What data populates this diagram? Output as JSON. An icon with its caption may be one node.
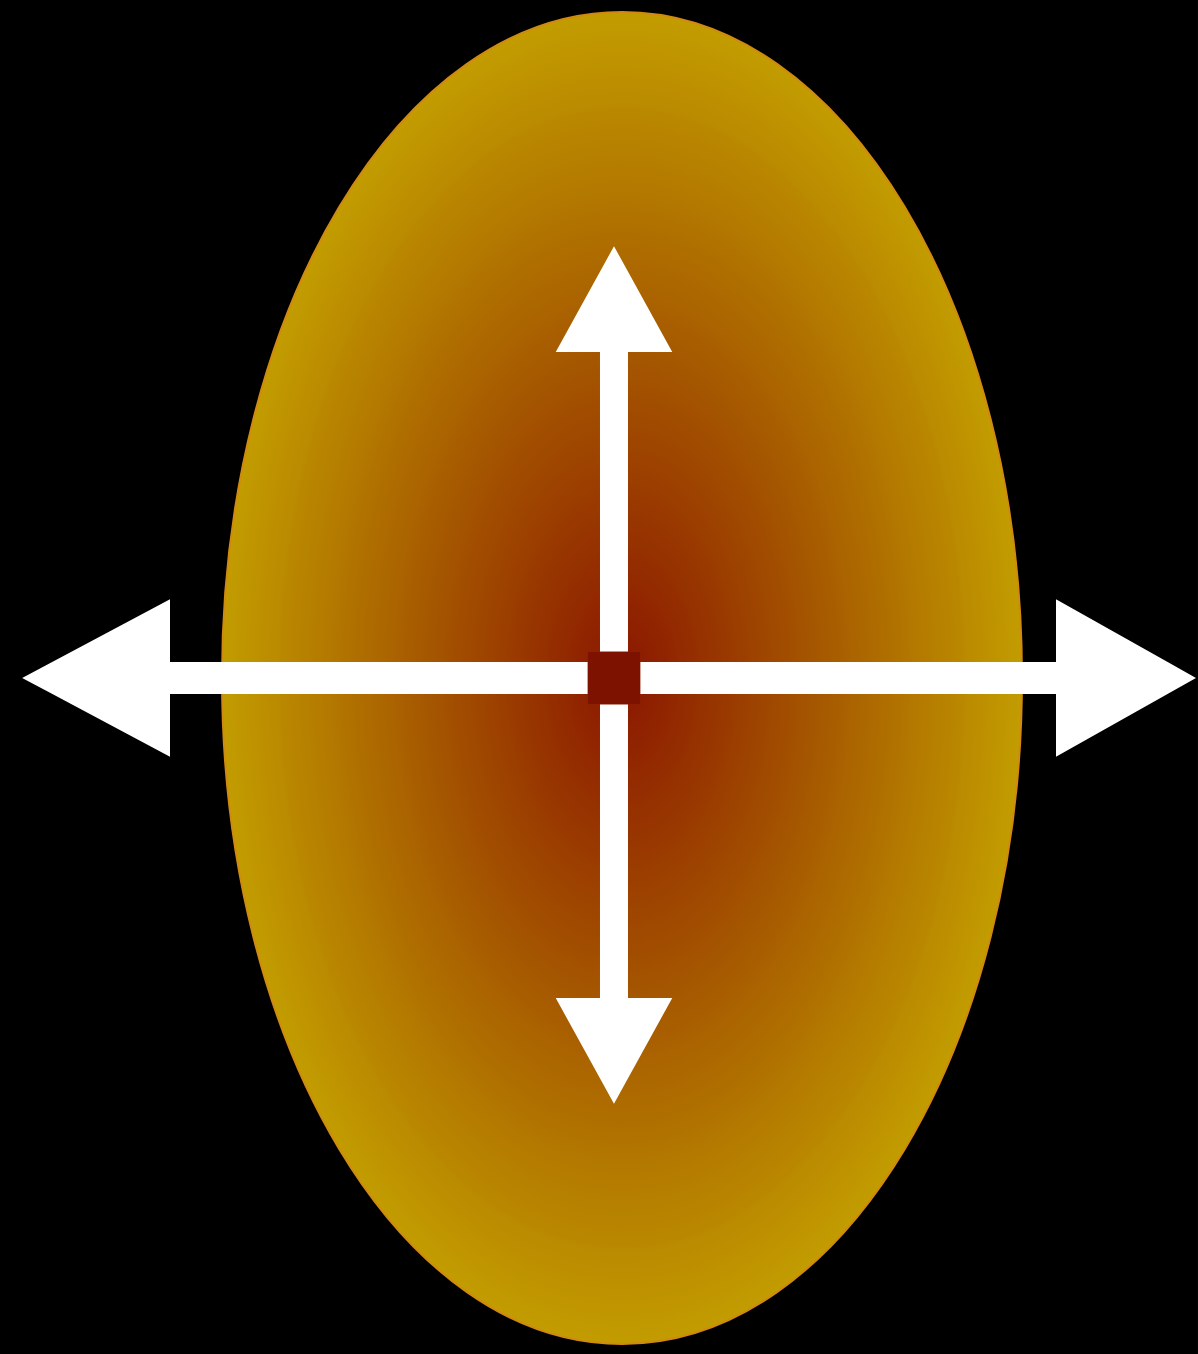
{
  "diagram": {
    "nodes": [
      {
        "text": [],
        "shape": "ellipse"
      },
      {
        "text": [],
        "shape": "box",
        "in": 0
      }
    ],
    "edges": [
      {
        "from": 1,
        "to": null,
        "arrow": "to"
      },
      {
        "from": 1,
        "to": null,
        "arrow": "to"
      },
      {
        "from": 1,
        "to": null,
        "arrow": "to"
      },
      {
        "from": 1,
        "to": null,
        "arrow": "to"
      }
    ]
  }
}
